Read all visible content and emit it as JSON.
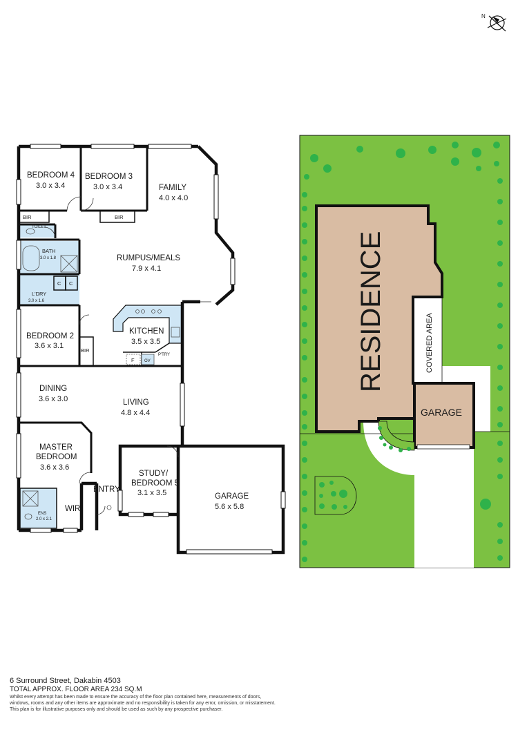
{
  "compass": {
    "label": "N"
  },
  "floor_plan": {
    "rooms": [
      {
        "id": "bedroom4",
        "name": "BEDROOM 4",
        "dims": "3.0 x 3.4"
      },
      {
        "id": "bedroom3",
        "name": "BEDROOM 3",
        "dims": "3.0 x 3.4"
      },
      {
        "id": "family",
        "name": "FAMILY",
        "dims": "4.0 x 4.0"
      },
      {
        "id": "rumpus",
        "name": "RUMPUS/MEALS",
        "dims": "7.9 x 4.1"
      },
      {
        "id": "bath",
        "name": "BATH",
        "dims": "3.0 x 1.8"
      },
      {
        "id": "laundry",
        "name": "L'DRY",
        "dims": "3.0 x 1.6"
      },
      {
        "id": "bedroom2",
        "name": "BEDROOM 2",
        "dims": "3.6 x 3.1"
      },
      {
        "id": "kitchen",
        "name": "KITCHEN",
        "dims": "3.5 x 3.5"
      },
      {
        "id": "dining",
        "name": "DINING",
        "dims": "3.6 x 3.0"
      },
      {
        "id": "living",
        "name": "LIVING",
        "dims": "4.8 x 4.4"
      },
      {
        "id": "master",
        "name_line1": "MASTER",
        "name_line2": "BEDROOM",
        "dims": "3.6 x 3.6"
      },
      {
        "id": "study",
        "name_line1": "STUDY/",
        "name_line2": "BEDROOM 5",
        "dims": "3.1 x 3.5"
      },
      {
        "id": "garage",
        "name": "GARAGE",
        "dims": "5.6 x 5.8"
      },
      {
        "id": "ensuite",
        "name": "ENS",
        "dims": "2.0 x 2.1"
      }
    ],
    "labels": {
      "bir": "BIR",
      "toilet": "TOILET",
      "cupboard": "C",
      "pantry": "P'TRY",
      "fridge": "F",
      "oven": "OV",
      "entry": "ENTRY",
      "wir": "WIR"
    }
  },
  "site_plan": {
    "residence": "RESIDENCE",
    "covered_area": "COVERED AREA",
    "garage": "GARAGE"
  },
  "footer": {
    "address": "6 Surround Street, Dakabin 4503",
    "total_area": "TOTAL APPROX. FLOOR AREA 234 SQ.M",
    "disclaimer_1": "Whilst every attempt has been made to ensure the accuracy of the floor plan contained here, measurements of doors,",
    "disclaimer_2": "windows, rooms and any other items are approximate and no responsibility is taken for any error, omission, or misstatement.",
    "disclaimer_3": "This plan is for illustrative purposes only and should be used as such by any prospective purchaser."
  },
  "colors": {
    "wall": "#111111",
    "wet_area": "#cfe6f5",
    "kitchen_bench": "#cfe6f5",
    "lawn": "#7cc142",
    "tree": "#2fb24a",
    "residence": "#d9bca3",
    "path": "#ffffff"
  }
}
